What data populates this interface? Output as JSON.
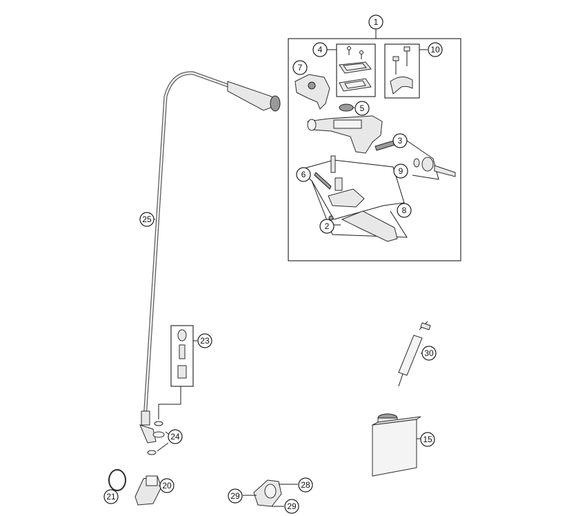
{
  "callouts": {
    "c1": "1",
    "c2": "2",
    "c3": "3",
    "c4": "4",
    "c5": "5",
    "c6": "6",
    "c7": "7",
    "c8": "8",
    "c9": "9",
    "c10": "10",
    "c15": "15",
    "c20": "20",
    "c21": "21",
    "c23": "23",
    "c24": "24",
    "c25": "25",
    "c28": "28",
    "c29a": "29",
    "c29b": "29",
    "c30": "30"
  },
  "colors": {
    "line": "#1a1a1a",
    "part_fill": "#e8e8e8",
    "background": "#ffffff"
  }
}
